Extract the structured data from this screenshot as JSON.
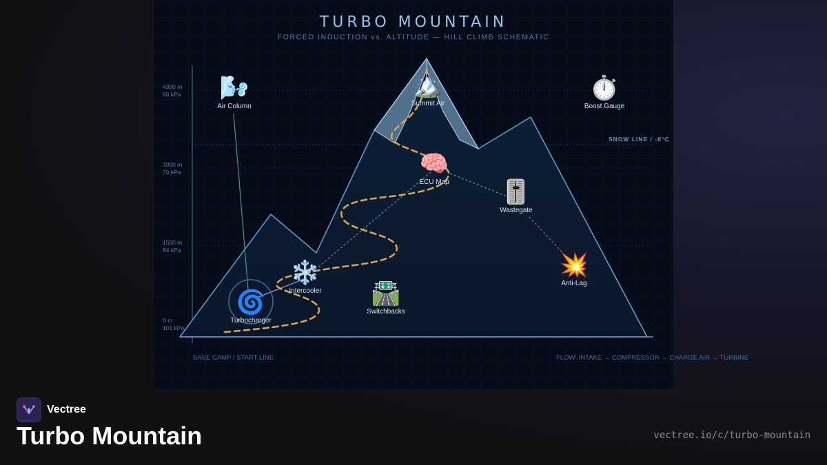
{
  "diagram": {
    "title": "TURBO MOUNTAIN",
    "subtitle": "FORCED INDUCTION vs. ALTITUDE — HILL CLIMB SCHEMATIC",
    "altitude_markers": [
      {
        "alt": "4300 m",
        "kpa": "60 kPa"
      },
      {
        "alt": "3000 m",
        "kpa": "70 kPa"
      },
      {
        "alt": "1500 m",
        "kpa": "84 kPa"
      },
      {
        "alt": "0 m",
        "kpa": "101 kPa"
      }
    ],
    "snow_line": "SNOW LINE / -8°C",
    "nodes": {
      "air_column": {
        "label": "Air Column",
        "icon": "wind-face-icon",
        "glyph": "🌬️"
      },
      "summit_air": {
        "label": "Summit Air",
        "icon": "snow-mountain-icon",
        "glyph": "🏔️"
      },
      "boost_gauge": {
        "label": "Boost Gauge",
        "icon": "stopwatch-icon",
        "glyph": "⏱️"
      },
      "ecu_map": {
        "label": "ECU Map",
        "icon": "brain-icon",
        "glyph": "🧠"
      },
      "wastegate": {
        "label": "Wastegate",
        "icon": "level-slider-icon",
        "glyph": "🎚️"
      },
      "intercooler": {
        "label": "Intercooler",
        "icon": "snowflake-icon",
        "glyph": "❄️"
      },
      "switchbacks": {
        "label": "Switchbacks",
        "icon": "motorway-icon",
        "glyph": "🛣️"
      },
      "anti_lag": {
        "label": "Anti-Lag",
        "icon": "collision-icon",
        "glyph": "💥"
      },
      "turbocharger": {
        "label": "Turbocharger",
        "icon": "cyclone-icon",
        "glyph": "🌀"
      }
    },
    "footer_left": "BASE CAMP / START LINE",
    "footer_right": "FLOW: INTAKE → COMPRESSOR → CHARGE AIR → TURBINE",
    "colors": {
      "panel_bg": "#050b17",
      "mountain_stroke": "#5a9ccc",
      "route": "#d9a54a",
      "title": "#8fc6ea"
    }
  },
  "brand": {
    "name": "Vectree",
    "logo_icon": "vectree-logo-icon"
  },
  "page": {
    "title": "Turbo Mountain",
    "url": "vectree.io/c/turbo-mountain"
  }
}
